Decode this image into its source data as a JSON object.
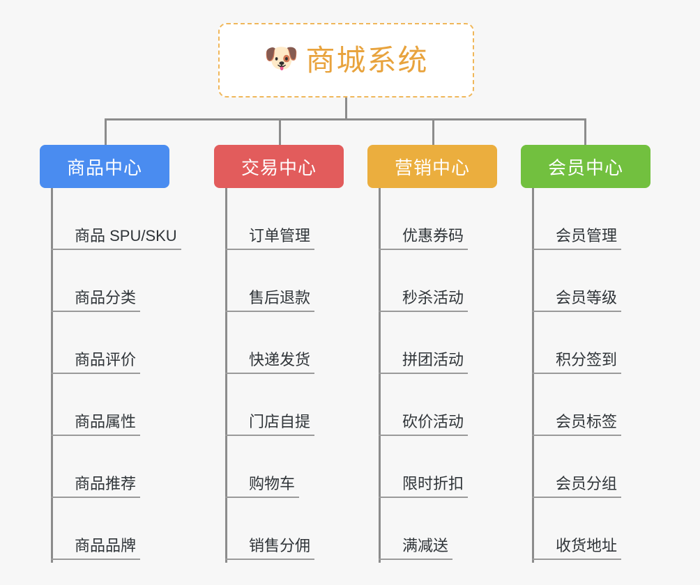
{
  "background_color": "#f7f7f7",
  "root": {
    "icon": "dog-face-icon",
    "icon_glyph": "🐶",
    "title": "商城系统",
    "title_color": "#e8a33d",
    "border_color": "#f0b75a",
    "background_color": "#ffffff"
  },
  "connector_color": "#8c8c8c",
  "branches": [
    {
      "id": "product-center",
      "label": "商品中心",
      "color": "#4a8cf0",
      "items": [
        "商品 SPU/SKU",
        "商品分类",
        "商品评价",
        "商品属性",
        "商品推荐",
        "商品品牌"
      ]
    },
    {
      "id": "trade-center",
      "label": "交易中心",
      "color": "#e25c5c",
      "items": [
        "订单管理",
        "售后退款",
        "快递发货",
        "门店自提",
        "购物车",
        "销售分佣"
      ]
    },
    {
      "id": "marketing-center",
      "label": "营销中心",
      "color": "#ebae3e",
      "items": [
        "优惠券码",
        "秒杀活动",
        "拼团活动",
        "砍价活动",
        "限时折扣",
        "满减送"
      ]
    },
    {
      "id": "member-center",
      "label": "会员中心",
      "color": "#72c03f",
      "items": [
        "会员管理",
        "会员等级",
        "积分签到",
        "会员标签",
        "会员分组",
        "收货地址"
      ]
    }
  ]
}
